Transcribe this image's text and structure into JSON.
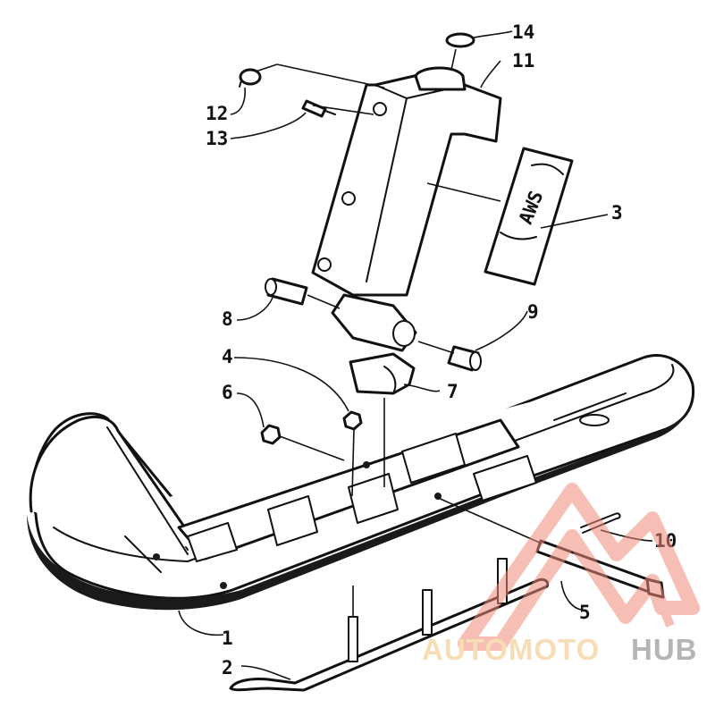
{
  "callouts": [
    {
      "number": "1",
      "part": "ski"
    },
    {
      "number": "2",
      "part": "wear-bar"
    },
    {
      "number": "3",
      "part": "decal"
    },
    {
      "number": "4",
      "part": "lock-nut"
    },
    {
      "number": "5",
      "part": "bolt"
    },
    {
      "number": "6",
      "part": "lock-nut"
    },
    {
      "number": "7",
      "part": "rubber-stop"
    },
    {
      "number": "8",
      "part": "bushing"
    },
    {
      "number": "9",
      "part": "bushing"
    },
    {
      "number": "10",
      "part": "cotter-pin"
    },
    {
      "number": "11",
      "part": "ski-spindle-saddle"
    },
    {
      "number": "12",
      "part": "cap"
    },
    {
      "number": "13",
      "part": "grease-fitting"
    },
    {
      "number": "14",
      "part": "plug"
    }
  ],
  "decal": {
    "text": "AWS"
  },
  "watermark": {
    "part1": "AUTOMOTO",
    "part2": "HUB",
    "accent_color": "#f08a7a",
    "text_color": "#f2c27c",
    "gray": "#7a7a7a"
  }
}
